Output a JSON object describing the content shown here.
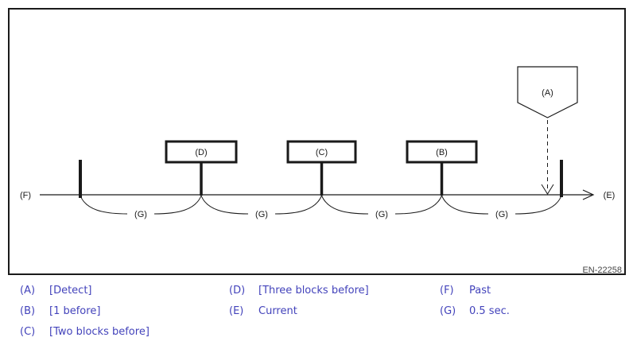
{
  "figure": {
    "code": "EN-22258",
    "axis": {
      "past": "(F)",
      "current": "(E)"
    },
    "event_marker": "(A)",
    "interval": "(G)",
    "blocks": {
      "three_before": "(D)",
      "two_before": "(C)",
      "one_before": "(B)"
    }
  },
  "legend": {
    "items": [
      {
        "key": "(A)",
        "label": "[Detect]"
      },
      {
        "key": "(B)",
        "label": "[1 before]"
      },
      {
        "key": "(C)",
        "label": "[Two blocks before]"
      },
      {
        "key": "(D)",
        "label": "[Three blocks before]"
      },
      {
        "key": "(E)",
        "label": "Current"
      },
      {
        "key": "(F)",
        "label": "Past"
      },
      {
        "key": "(G)",
        "label": "0.5 sec."
      }
    ]
  },
  "colors": {
    "line": "#1a1a1a",
    "legend_text": "#4343bb",
    "code_text": "#444444"
  }
}
